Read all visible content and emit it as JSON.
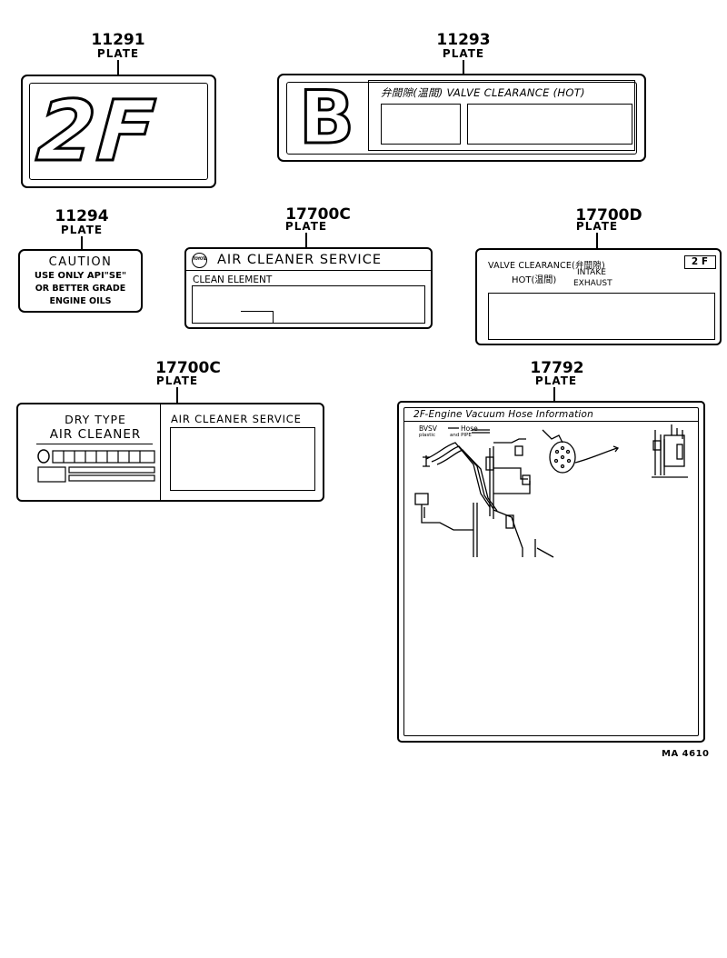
{
  "parts": {
    "p11291": {
      "number": "11291",
      "name": "PLATE",
      "emblem": "2F"
    },
    "p11293": {
      "number": "11293",
      "name": "PLATE",
      "letter": "B",
      "header": "弁間隙(温間) VALVE CLEARANCE (HOT)"
    },
    "p11294": {
      "number": "11294",
      "name": "PLATE",
      "line1": "CAUTION",
      "line2": "USE ONLY API\"SE\"",
      "line3": "OR BETTER GRADE",
      "line4": "ENGINE OILS"
    },
    "p17700c_a": {
      "number": "17700C",
      "name": "PLATE",
      "logo": "TOYOTA",
      "title": "AIR CLEANER SERVICE",
      "field": "CLEAN ELEMENT"
    },
    "p17700d": {
      "number": "17700D",
      "name": "PLATE",
      "title": "VALVE CLEARANCE(弁間隙)",
      "badge": "2 F",
      "hot": "HOT(温間)",
      "intake": "INTAKE",
      "exhaust": "EXHAUST"
    },
    "p17700c_b": {
      "number": "17700C",
      "name": "PLATE",
      "line1": "DRY TYPE",
      "line2": "AIR CLEANER",
      "right_title": "AIR CLEANER SERVICE"
    },
    "p17792": {
      "number": "17792",
      "name": "PLATE",
      "title": "2F-Engine  Vacuum  Hose  Information",
      "legend1": "BVSV",
      "legend2": "Hose",
      "legend3": "plastic",
      "legend4": "and PIPE"
    }
  },
  "figure_code": "MA 4610"
}
